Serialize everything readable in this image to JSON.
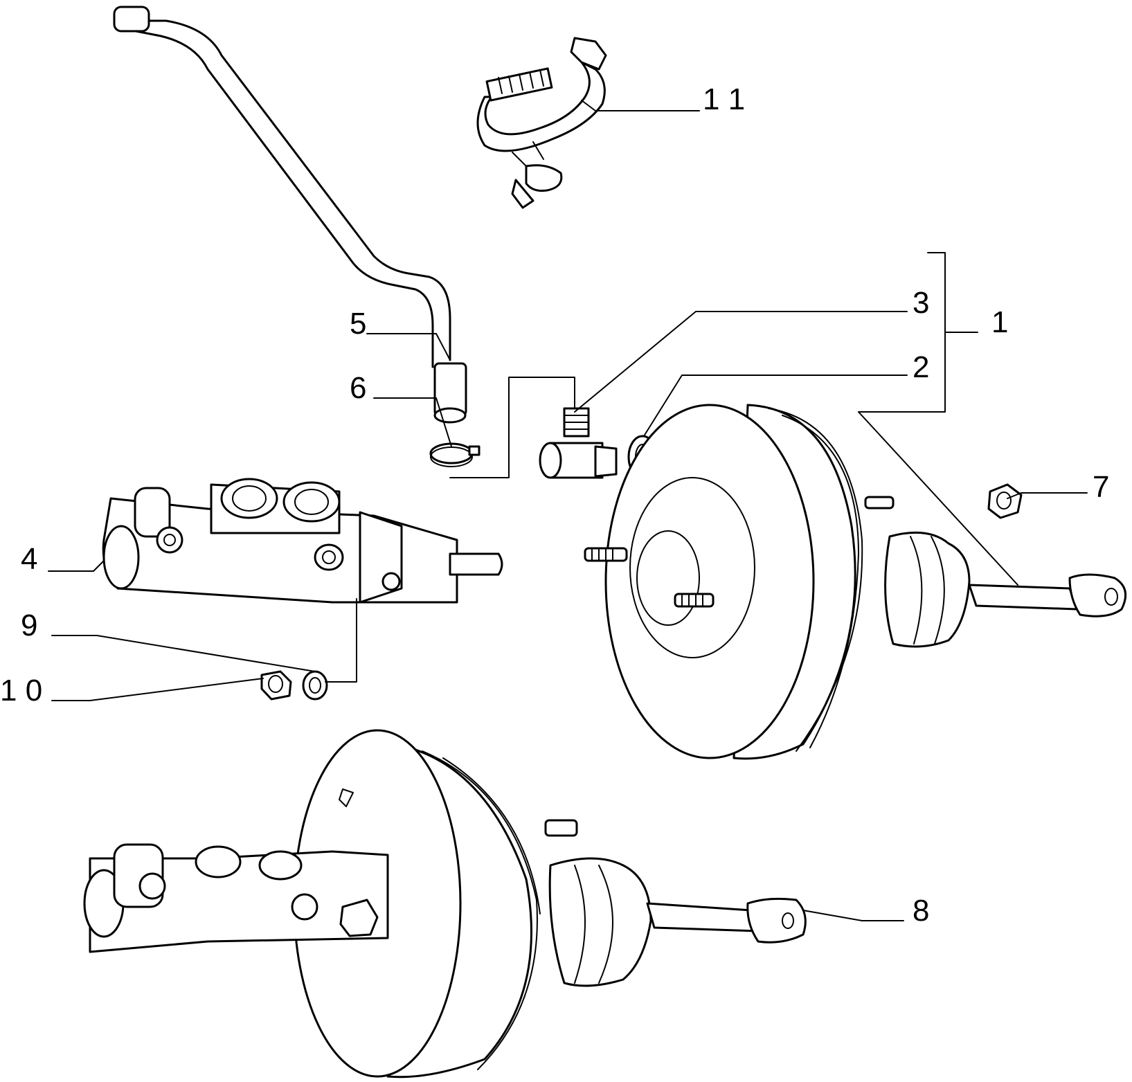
{
  "callouts": {
    "c1": "1",
    "c2": "2",
    "c3": "3",
    "c4": "4",
    "c5": "5",
    "c6": "6",
    "c7": "7",
    "c8": "8",
    "c9": "9",
    "c10": "1 0",
    "c11": "1 1"
  },
  "colors": {
    "line": "#000000",
    "background": "#ffffff"
  }
}
